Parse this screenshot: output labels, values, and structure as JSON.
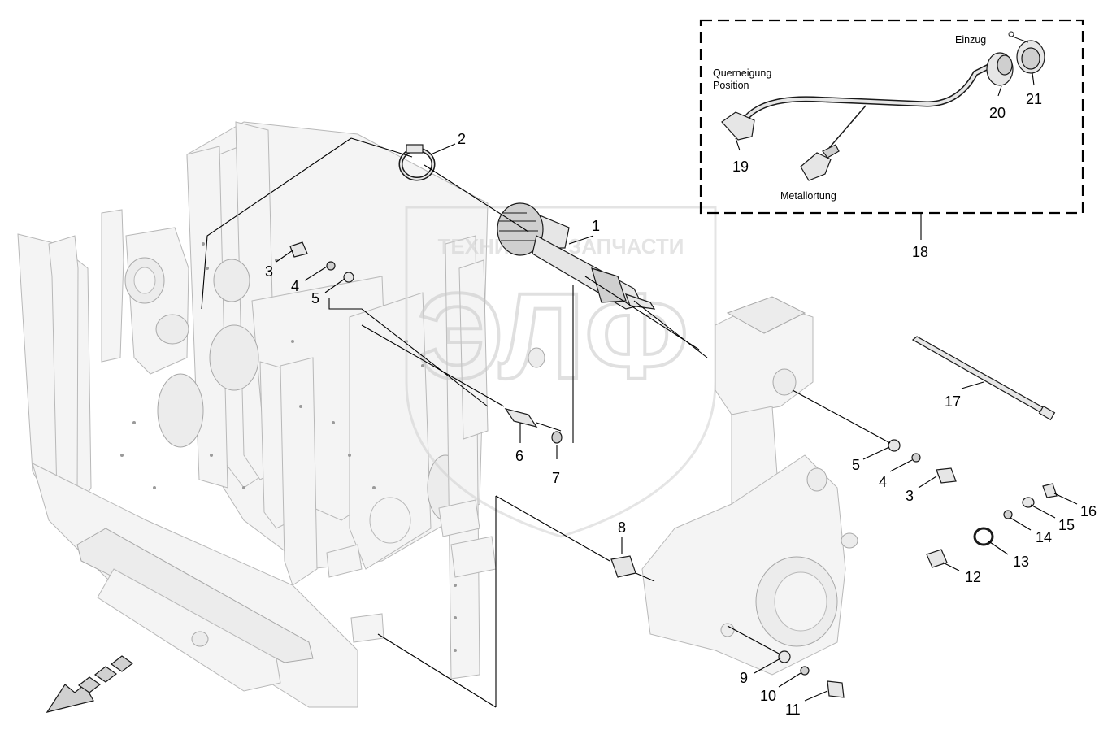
{
  "callouts": {
    "c1": "1",
    "c2": "2",
    "c3a": "3",
    "c4a": "4",
    "c5a": "5",
    "c3b": "3",
    "c4b": "4",
    "c5b": "5",
    "c6": "6",
    "c7": "7",
    "c8": "8",
    "c9": "9",
    "c10": "10",
    "c11": "11",
    "c12": "12",
    "c13": "13",
    "c14": "14",
    "c15": "15",
    "c16": "16",
    "c17": "17",
    "c18": "18",
    "c19": "19",
    "c20": "20",
    "c21": "21"
  },
  "inset_labels": {
    "einzug": "Einzug",
    "querneigung_line1": "Querneigung",
    "querneigung_line2": "Position",
    "metallortung": "Metallortung"
  },
  "watermark": {
    "text": "ТЕХНИКА ⚙ ЗАПЧАСТИ",
    "logo": "ЭЛФ"
  },
  "colors": {
    "line": "#000000",
    "ghost_fill": "#f4f4f4",
    "ghost_stroke": "#b8b8b8",
    "part_fill": "#e6e6e6",
    "watermark": "#d9d9d9"
  }
}
